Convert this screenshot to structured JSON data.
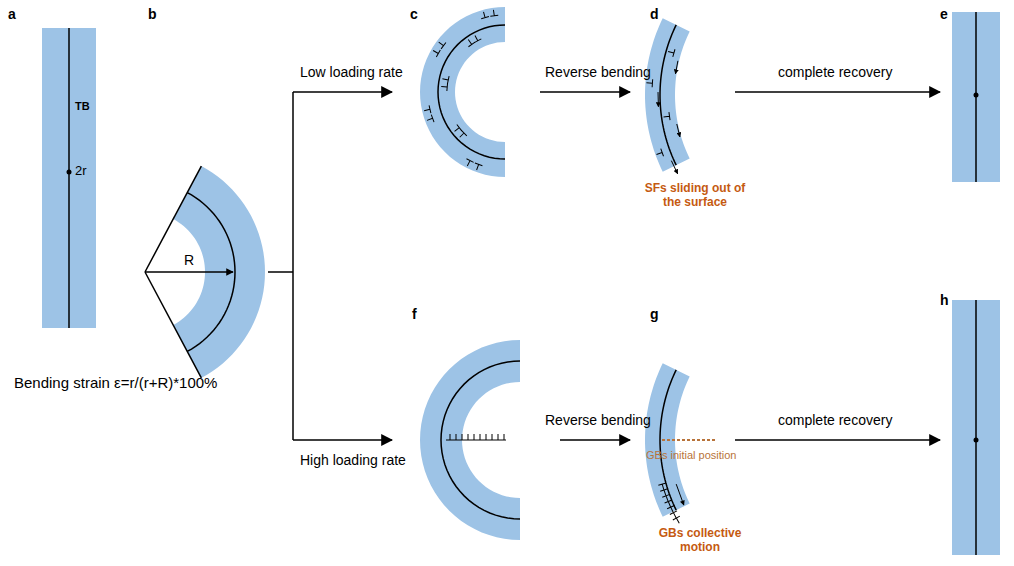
{
  "diagram": {
    "labels": [
      "a",
      "TB",
      "2r",
      "b",
      "R",
      "Bending strain ε=r/(r+R)*100%",
      "Low loading rate",
      "c",
      "Reverse bending",
      "d",
      "SFs sliding out of the surface",
      "complete recovery",
      "e",
      "High loading rate",
      "f",
      "Reverse bending",
      "g",
      "GBs initial position",
      "GBs collective motion",
      "complete recovery",
      "h"
    ]
  }
}
